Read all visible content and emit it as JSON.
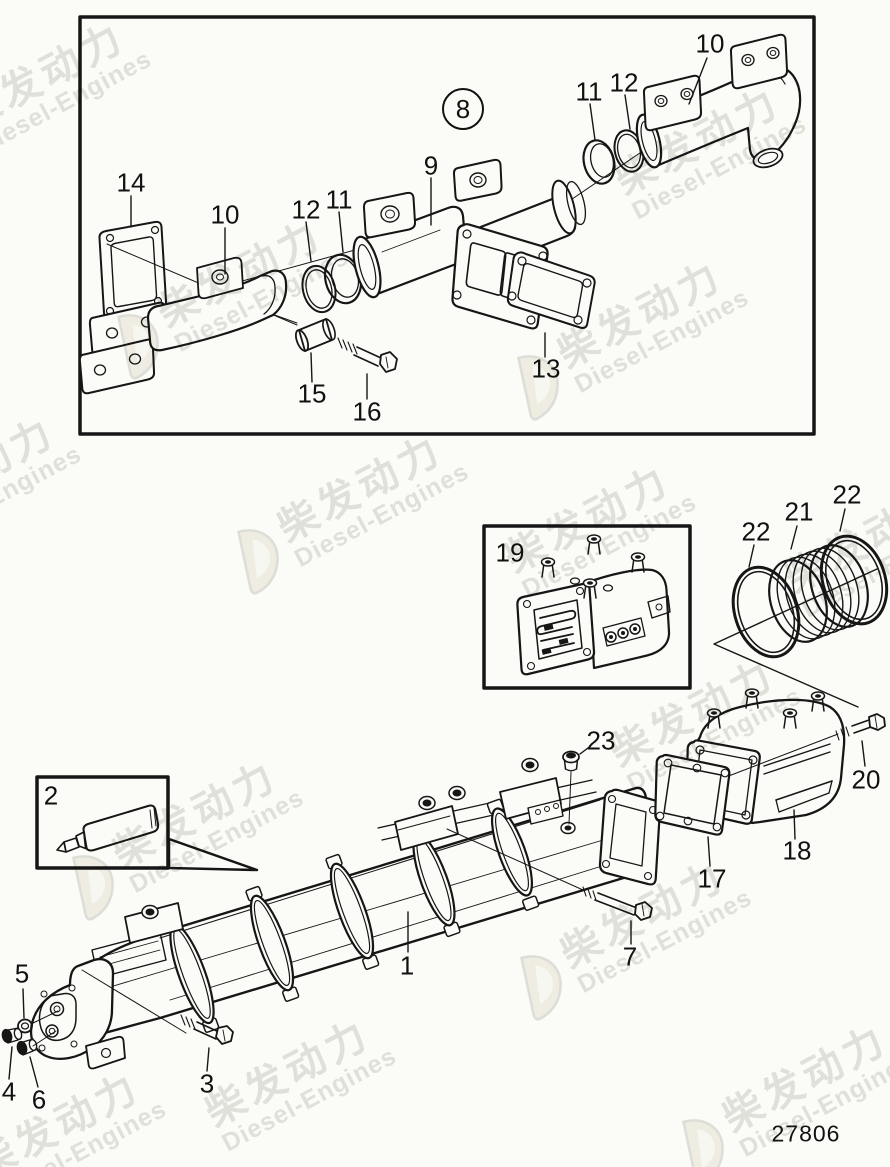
{
  "figure": {
    "drawing_number": "27806",
    "type": "exploded-parts-diagram"
  },
  "watermark": {
    "cn": "柴发动力",
    "en": "Diesel-Engines",
    "color": "#e4e4e1"
  },
  "colors": {
    "background": "#fbfbf8",
    "line": "#161616",
    "label": "#111111"
  },
  "callouts": {
    "balloon_8": "8",
    "top_9": "9",
    "top_10_right": "10",
    "top_11_right": "11",
    "top_12_right": "12",
    "top_14": "14",
    "top_10_left": "10",
    "top_12_left": "12",
    "top_11_left": "11",
    "top_13": "13",
    "top_15": "15",
    "top_16": "16",
    "inset_19": "19",
    "ring_22_left": "22",
    "ring_21": "21",
    "ring_22_right": "22",
    "plug_23": "23",
    "bolt_20": "20",
    "gasket_17": "17",
    "cover_18": "18",
    "inset_2": "2",
    "body_1": "1",
    "bolt_7": "7",
    "washer_5": "5",
    "plug_4": "4",
    "plug_6": "6",
    "bolt_3": "3"
  }
}
